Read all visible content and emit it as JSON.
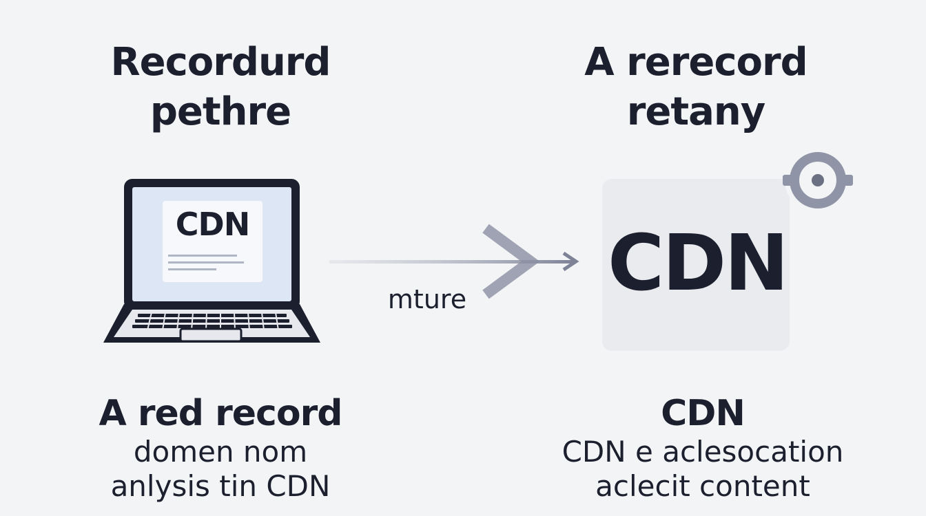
{
  "left": {
    "title_line1": "Recordurd",
    "title_line2": "pethre",
    "screen_label": "CDN",
    "caption_head": "A red record",
    "caption_line1": "domen nom",
    "caption_line2": "anlysis tin CDN"
  },
  "arrow": {
    "label": "mture"
  },
  "right": {
    "title_line1": "A rerecord",
    "title_line2": "retany",
    "box_label": "CDN",
    "caption_head": "CDN",
    "caption_line1": "CDN e aclesocation",
    "caption_line2": "aclecit content"
  },
  "icons": [
    "laptop-icon",
    "arrow-right-icon",
    "location-pin-icon"
  ],
  "colors": {
    "ink": "#1b1f2e",
    "screen": "#dce6f5",
    "arrow": "#8a8fa3",
    "box": "#e9ebef",
    "pin": "#8f95a6"
  }
}
